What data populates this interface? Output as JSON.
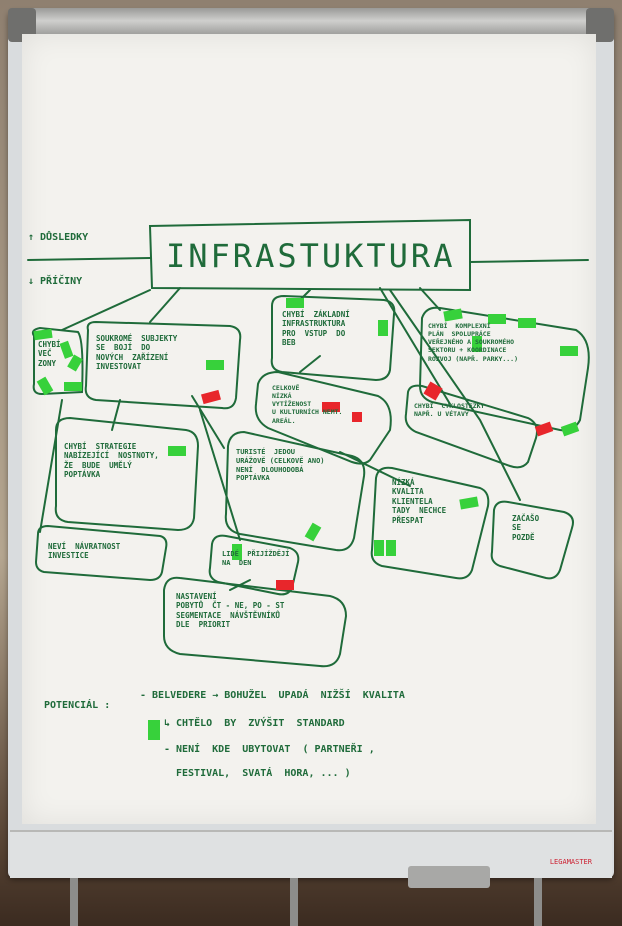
{
  "title": "INFRASTUKTURA",
  "side_labels": {
    "up": "↑ DŮSLEDKY",
    "down": "↓ PŘÍČINY"
  },
  "bubbles": [
    {
      "id": "chybi-vecer",
      "text": "CHYBÍ\nVEČ\nZONY"
    },
    {
      "id": "soukrome",
      "text": "SOUKROMÉ  SUBJEKTY\nSE  BOJÍ  DO\nNOVÝCH  ZAŘÍZENÍ\nINVESTOVAT"
    },
    {
      "id": "chybi-zakladni",
      "text": "CHYBÍ  ZÁKLADNÍ\nINFRASTRUKTURA\nPRO  VSTUP  DO\nBEB"
    },
    {
      "id": "chybi-komplexni",
      "text": "CHYBÍ  KOMPLEXNÍ\nPLÁN  SPOLUPRÁCE\nVEŘEJNÉHO A SOUKROMÉHO\nSEKTORU + KOORDINACE\nROZVOJ (NAPŘ. PARKY...)"
    },
    {
      "id": "celkove",
      "text": "CELKOVĚ\nNÍZKÁ\nVYTÍŽENOST\nU KULTURNÍCH NEMT.\nAREÁL."
    },
    {
      "id": "cyklostezky",
      "text": "CHYBÍ  CYKLOSTEZKY\nNAPŘ. U VÉTAVY"
    },
    {
      "id": "strategie",
      "text": "CHYBÍ  STRATEGIE\nNABÍZEJÍCÍ  NOSTNOTY,\nŽE  BUDE  UMĚLÝ\nPOPTÁVKA"
    },
    {
      "id": "turiste",
      "text": "TURISTÉ  JEDOU\nURÁŽOVĚ (CELKOVĚ ANO)\nNENÍ  DLOUHODOBÁ\nPOPTÁVKA"
    },
    {
      "id": "nizka-kvalita",
      "text": "NÍZKÁ\nKVALITA\nKLIENTELA\nTADY  NECHCE\nPŘESPAT"
    },
    {
      "id": "zacaso",
      "text": "ZAČAŠO\nSE\nPOZDĚ"
    },
    {
      "id": "nevi-navratnost",
      "text": "NEVÍ  NÁVRATNOST\nINVESTICE"
    },
    {
      "id": "lide",
      "text": "LIDÉ  PŘIJÍŽDĚJÍ\nNA  DEN"
    },
    {
      "id": "nastaveni",
      "text": "NASTAVENÍ\nPOBYTŮ  ČT - NE, PO - ST\nSEGMENTACE  NÁVŠTĚVNÍKŮ\nDLE  PRIORIT"
    }
  ],
  "potential": {
    "label": "POTENCIÁL :",
    "line1": "- BELVEDERE → BOHUŽEL  UPADÁ  NIŽŠÍ  KVALITA",
    "line2": "↳ CHTĚLO  BY  ZVÝŠIT  STANDARD",
    "line3": "- NENÍ  KDE  UBYTOVAT  ( PARTNEŘI ,",
    "line4": "FESTIVAL,  SVATÁ  HORA, ... )"
  },
  "tray_brand": "LEGAMASTER",
  "colors": {
    "ink": "#1f6b3a",
    "green_sticker": "#37d13b",
    "red_sticker": "#e8262b",
    "paper": "#f3f2ee"
  }
}
